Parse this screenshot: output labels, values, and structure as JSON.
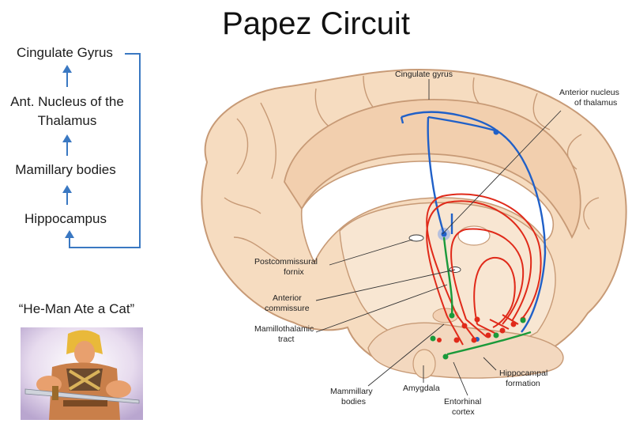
{
  "title": "Papez Circuit",
  "circuit_steps": [
    {
      "label": "Cingulate Gyrus"
    },
    {
      "label": "Ant. Nucleus of the Thalamus"
    },
    {
      "label": "Mamillary bodies"
    },
    {
      "label": "Hippocampus"
    }
  ],
  "mnemonic": "“He-Man Ate a Cat”",
  "diagram_labels": {
    "cingulate_gyrus": "Cingulate gyrus",
    "anterior_nucleus_line1": "Anterior nucleus",
    "anterior_nucleus_line2": "of thalamus",
    "postcommissural_line1": "Postcommissural",
    "postcommissural_line2": "fornix",
    "anterior_commissure_line1": "Anterior",
    "anterior_commissure_line2": "commissure",
    "mamillothalamic_line1": "Mamillothalamic",
    "mamillothalamic_line2": "tract",
    "mammillary_line1": "Mammillary",
    "mammillary_line2": "bodies",
    "amygdala": "Amygdala",
    "entorhinal_line1": "Entorhinal",
    "entorhinal_line2": "cortex",
    "hippocampal_line1": "Hippocampal",
    "hippocampal_line2": "formation"
  },
  "colors": {
    "flow_arrow": "#3a78c2",
    "brain_fill": "#f6dcc0",
    "brain_outline": "#c79a76",
    "pathway_blue": "#2060c8",
    "pathway_red": "#e02a1a",
    "pathway_green": "#1a9a3a"
  }
}
